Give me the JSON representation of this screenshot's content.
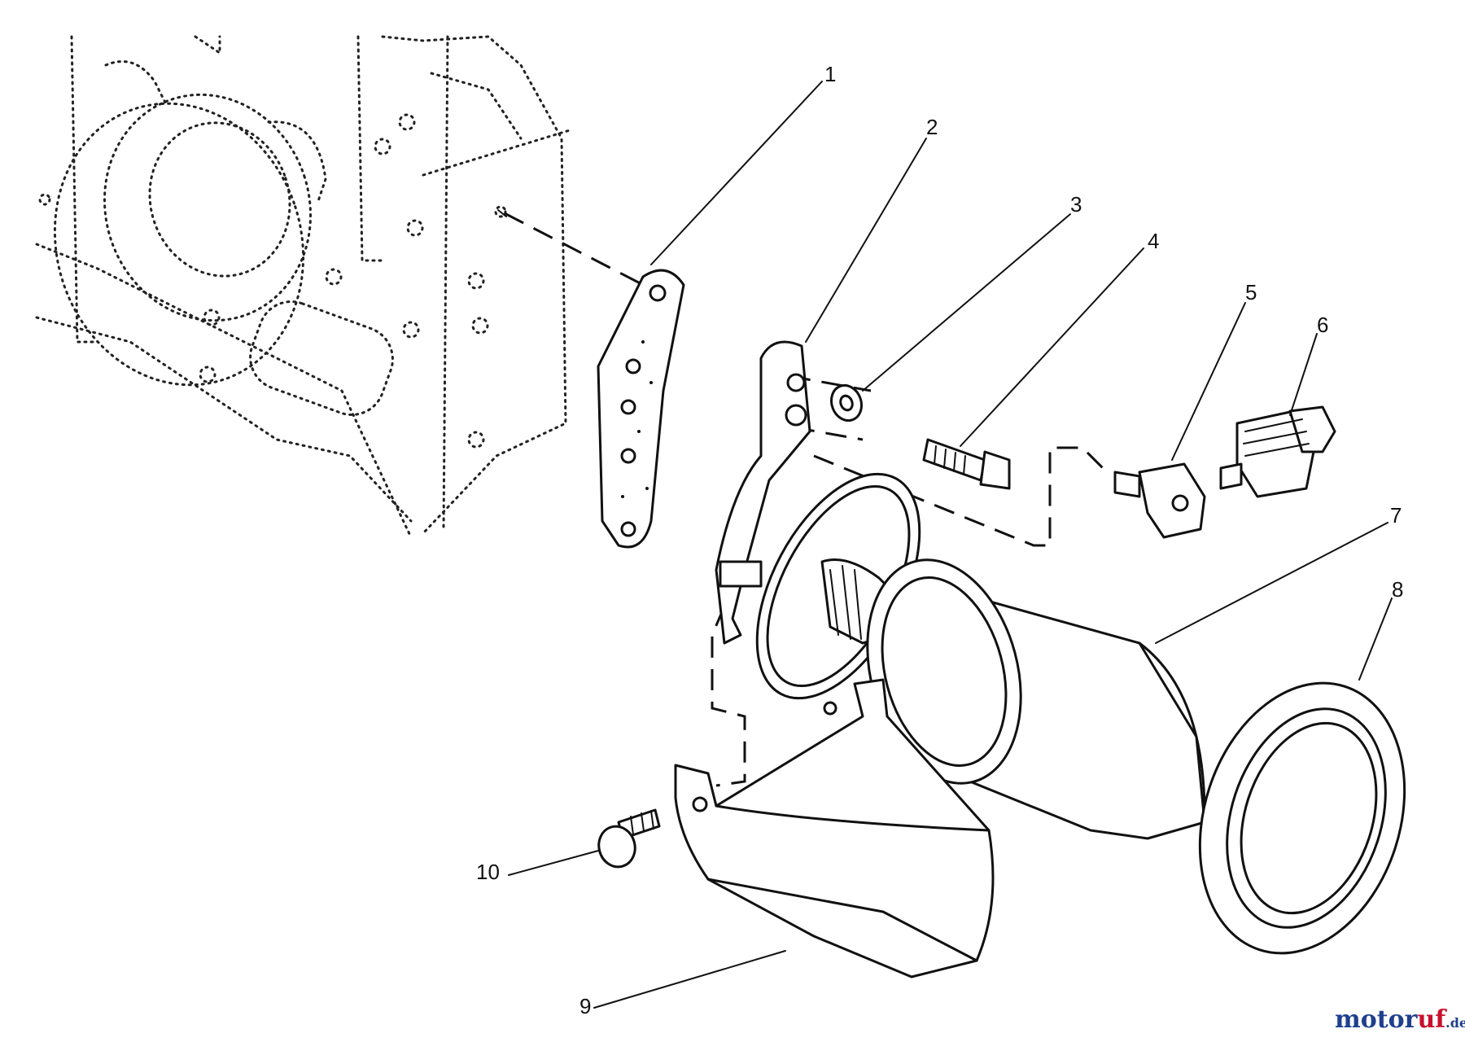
{
  "callouts": [
    "1",
    "2",
    "3",
    "4",
    "5",
    "6",
    "7",
    "8",
    "9",
    "10"
  ],
  "watermark": {
    "brand_a": "motor",
    "brand_b": "uf",
    "tld": ".de",
    "color_a": "#1f3f8f",
    "color_b": "#c8102e"
  }
}
